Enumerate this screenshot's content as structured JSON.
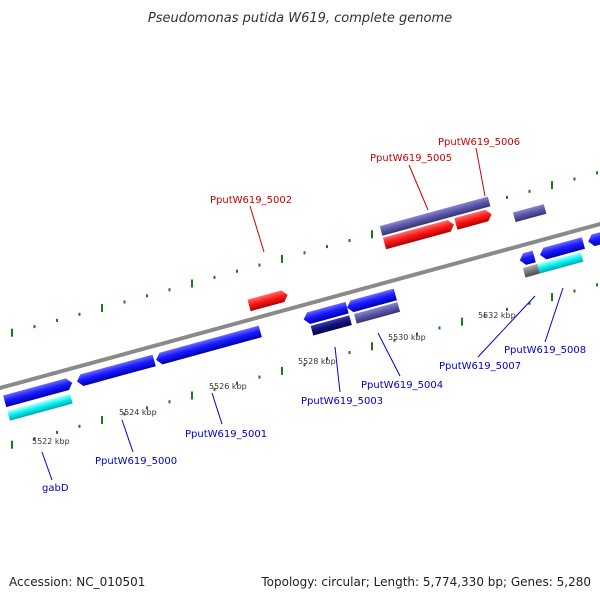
{
  "title": "Pseudomonas putida W619, complete genome",
  "footer": {
    "accession": "Accession: NC_010501",
    "summary": "Topology: circular; Length: 5,774,330 bp; Genes: 5,280"
  },
  "ticks": [
    "5522 kbp",
    "5524 kbp",
    "5526 kbp",
    "5528 kbp",
    "5530 kbp",
    "5532 kbp"
  ],
  "genes": {
    "gabD": "gabD",
    "g5000": "PputW619_5000",
    "g5001": "PputW619_5001",
    "g5002": "PputW619_5002",
    "g5003": "PputW619_5003",
    "g5004": "PputW619_5004",
    "g5005": "PputW619_5005",
    "g5006": "PputW619_5006",
    "g5007": "PputW619_5007",
    "g5008": "PputW619_5008"
  },
  "colors": {
    "forward_cds": "#ff1a1a",
    "reverse_cds": "#1a1aff",
    "forward_label": "#cc0000",
    "reverse_label": "#0000cc",
    "tick": "#1a7a1a",
    "backbone": "#8a8a8a"
  }
}
